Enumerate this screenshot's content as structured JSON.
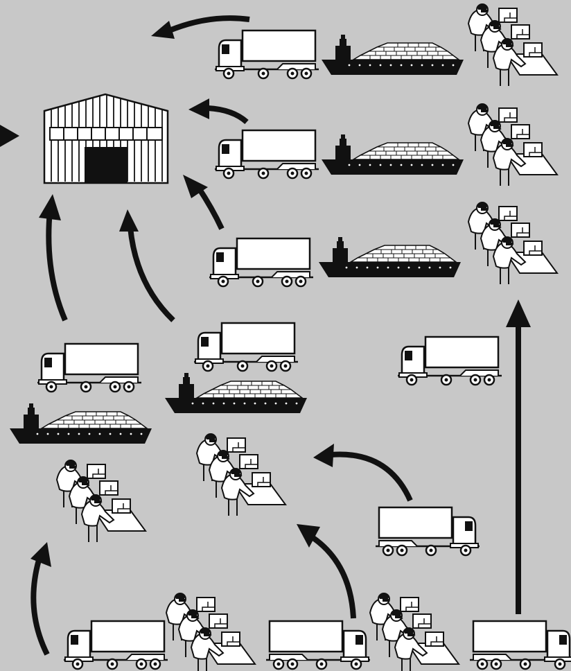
{
  "colors": {
    "background": "#c8c8c8",
    "ink": "#111111",
    "paper": "#ffffff"
  },
  "scene": {
    "factory": {
      "icon": "warehouse-icon"
    },
    "trucks": [
      {
        "id": "truck-1",
        "icon": "truck-icon",
        "facing": "left"
      },
      {
        "id": "truck-2",
        "icon": "truck-icon",
        "facing": "left"
      },
      {
        "id": "truck-3",
        "icon": "truck-icon",
        "facing": "left"
      },
      {
        "id": "truck-4",
        "icon": "truck-icon",
        "facing": "left"
      },
      {
        "id": "truck-5",
        "icon": "truck-icon",
        "facing": "left"
      },
      {
        "id": "truck-6",
        "icon": "truck-icon",
        "facing": "left"
      },
      {
        "id": "truck-7",
        "icon": "truck-icon",
        "facing": "right"
      },
      {
        "id": "truck-8",
        "icon": "truck-icon",
        "facing": "left"
      },
      {
        "id": "truck-9",
        "icon": "truck-icon",
        "facing": "right"
      },
      {
        "id": "truck-10",
        "icon": "truck-icon",
        "facing": "right"
      }
    ],
    "ships": [
      {
        "id": "ship-1",
        "icon": "cargo-ship-icon"
      },
      {
        "id": "ship-2",
        "icon": "cargo-ship-icon"
      },
      {
        "id": "ship-3",
        "icon": "cargo-ship-icon"
      },
      {
        "id": "ship-4",
        "icon": "cargo-ship-icon"
      },
      {
        "id": "ship-5",
        "icon": "cargo-ship-icon"
      }
    ],
    "workshops": [
      {
        "id": "workshop-1",
        "icon": "garment-workers-icon"
      },
      {
        "id": "workshop-2",
        "icon": "garment-workers-icon"
      },
      {
        "id": "workshop-3",
        "icon": "garment-workers-icon"
      },
      {
        "id": "workshop-4",
        "icon": "garment-workers-icon"
      },
      {
        "id": "workshop-5",
        "icon": "garment-workers-icon"
      },
      {
        "id": "workshop-6",
        "icon": "garment-workers-icon"
      },
      {
        "id": "workshop-7",
        "icon": "garment-workers-icon"
      }
    ],
    "arrows": [
      {
        "id": "arrow-1",
        "icon": "curved-arrow-icon"
      },
      {
        "id": "arrow-2",
        "icon": "curved-arrow-icon"
      },
      {
        "id": "arrow-3",
        "icon": "curved-arrow-icon"
      },
      {
        "id": "arrow-4",
        "icon": "curved-arrow-icon"
      },
      {
        "id": "arrow-5",
        "icon": "curved-arrow-icon"
      },
      {
        "id": "arrow-6",
        "icon": "curved-arrow-icon"
      },
      {
        "id": "arrow-7",
        "icon": "curved-arrow-icon"
      },
      {
        "id": "arrow-8",
        "icon": "curved-arrow-icon"
      },
      {
        "id": "arrow-9",
        "icon": "straight-arrow-icon"
      },
      {
        "id": "arrow-10",
        "icon": "arrow-head-icon"
      }
    ]
  }
}
